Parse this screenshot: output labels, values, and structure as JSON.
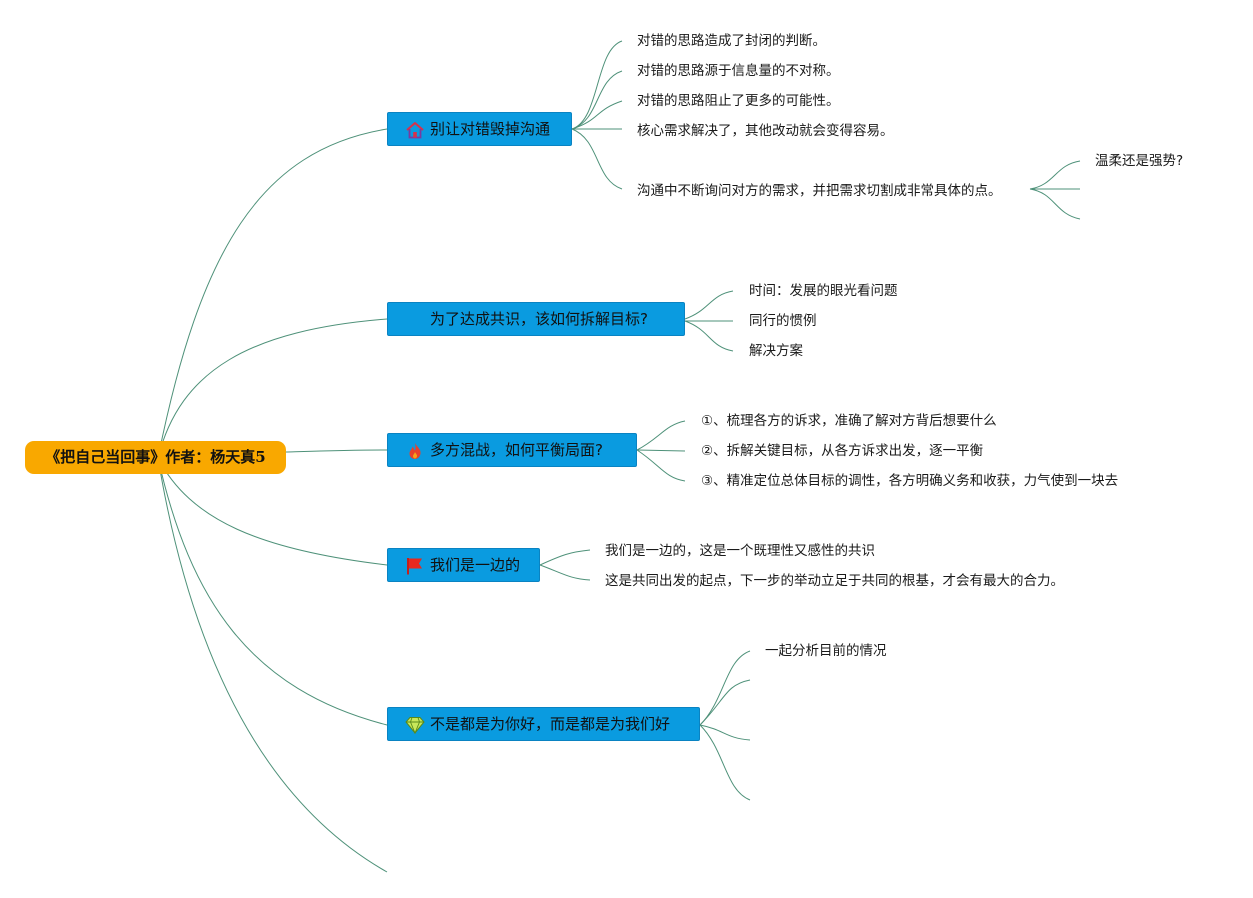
{
  "root": {
    "label": "《把自己当回事》作者：杨天真5"
  },
  "branches": [
    {
      "label": "别让对错毁掉沟通",
      "icon": "house-icon",
      "children": [
        "对错的思路造成了封闭的判断。",
        "对错的思路源于信息量的不对称。",
        "对错的思路阻止了更多的可能性。",
        "核心需求解决了，其他改动就会变得容易。",
        "沟通中不断询问对方的需求，并把需求切割成非常具体的点。"
      ],
      "grandchildren": [
        "温柔还是强势?"
      ]
    },
    {
      "label": "为了达成共识，该如何拆解目标?",
      "icon": "",
      "children": [
        "时间：发展的眼光看问题",
        "同行的惯例",
        "解决方案"
      ]
    },
    {
      "label": "多方混战，如何平衡局面?",
      "icon": "fire-icon",
      "children": [
        "①、梳理各方的诉求，准确了解对方背后想要什么",
        "②、拆解关键目标，从各方诉求出发，逐一平衡",
        "③、精准定位总体目标的调性，各方明确义务和收获，力气使到一块去"
      ]
    },
    {
      "label": "我们是一边的",
      "icon": "flag-icon",
      "children": [
        "我们是一边的，这是一个既理性又感性的共识",
        "这是共同出发的起点，下一步的举动立足于共同的根基，才会有最大的合力。"
      ]
    },
    {
      "label": "不是都是为你好，而是都是为我们好",
      "icon": "diamond-icon",
      "children": [
        "一起分析目前的情况"
      ]
    }
  ],
  "colors": {
    "root": "#f9a800",
    "branch": "#0a9be0",
    "link": "#4e9179"
  }
}
